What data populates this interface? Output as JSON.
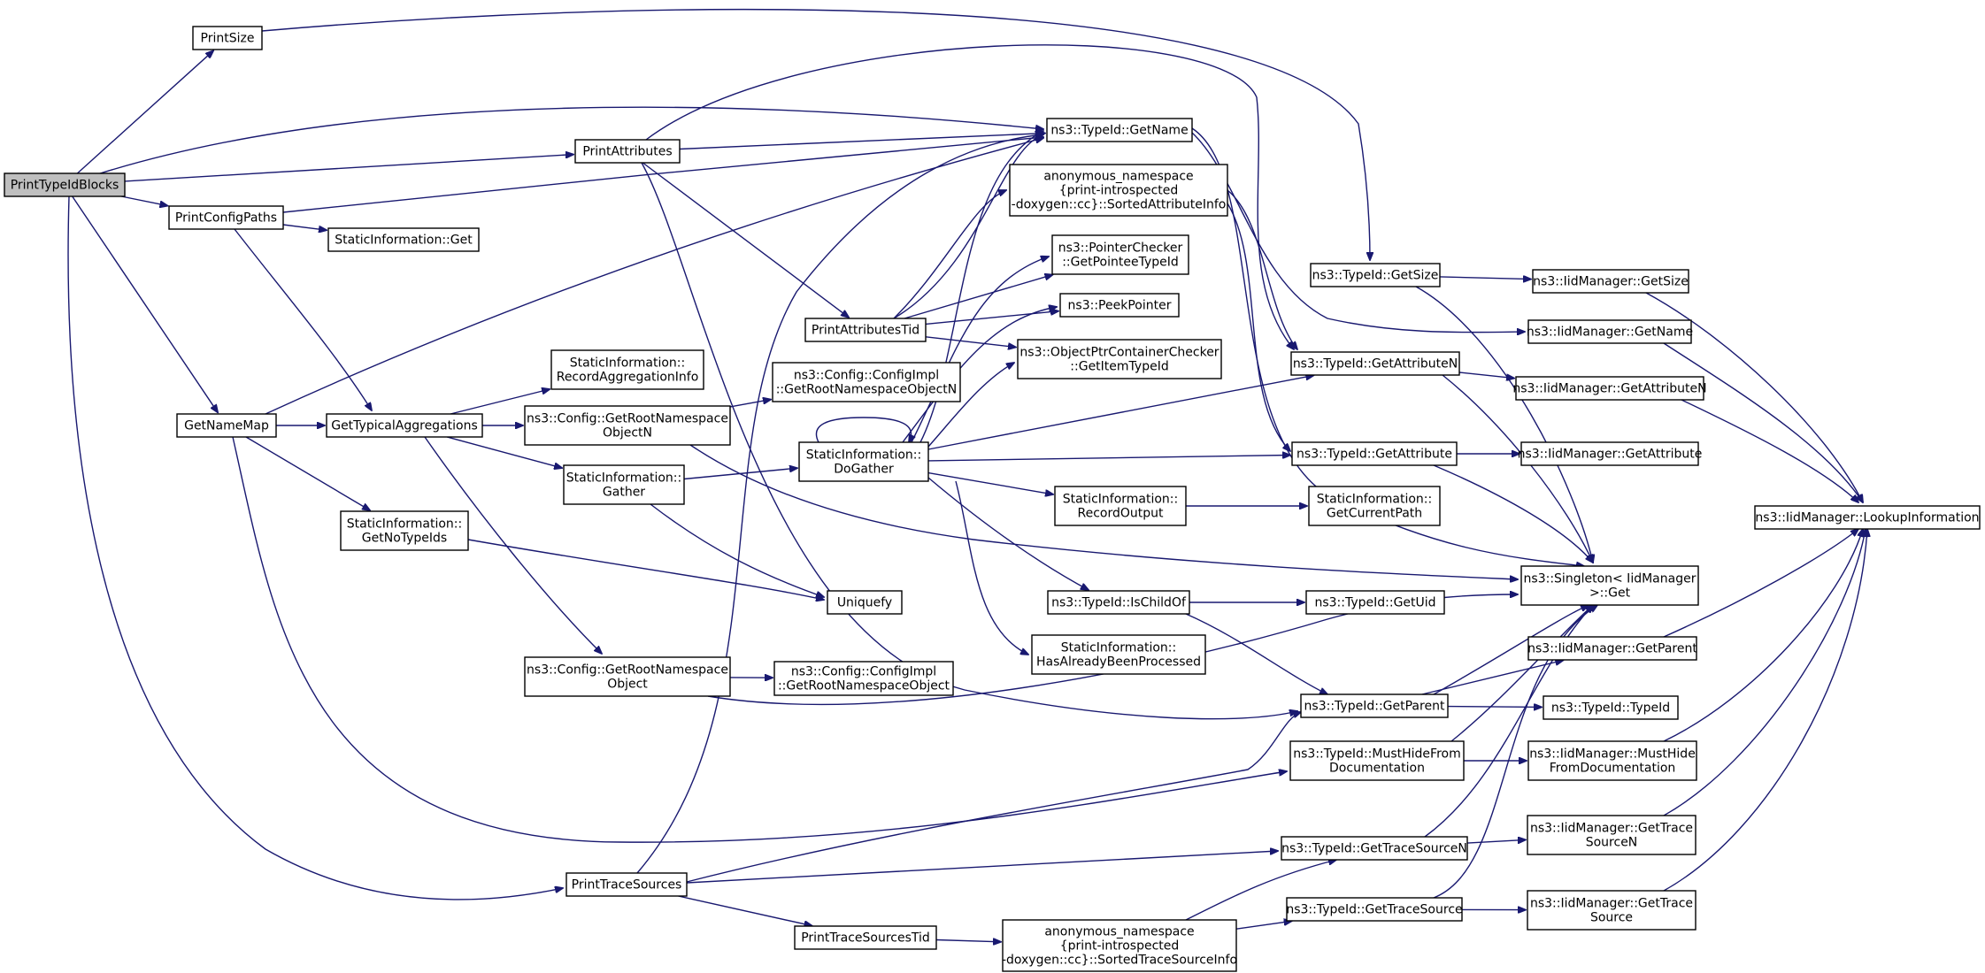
{
  "colors": {
    "edge": "#191970",
    "root_fill": "#bfbfbf",
    "node_fill": "#ffffff",
    "node_stroke": "#000000"
  },
  "nodes": [
    {
      "id": "PrintTypeIdBlocks",
      "lines": [
        "PrintTypeIdBlocks"
      ],
      "root": true
    },
    {
      "id": "PrintSize",
      "lines": [
        "PrintSize"
      ]
    },
    {
      "id": "PrintAttributes",
      "lines": [
        "PrintAttributes"
      ]
    },
    {
      "id": "PrintConfigPaths",
      "lines": [
        "PrintConfigPaths"
      ]
    },
    {
      "id": "StaticInfoGet",
      "lines": [
        "StaticInformation::Get"
      ]
    },
    {
      "id": "GetNameMap",
      "lines": [
        "GetNameMap"
      ]
    },
    {
      "id": "GetTypicalAggregations",
      "lines": [
        "GetTypicalAggregations"
      ]
    },
    {
      "id": "RecordAggregationInfo",
      "lines": [
        "StaticInformation::",
        "RecordAggregationInfo"
      ]
    },
    {
      "id": "GetRootNamespaceObjectN",
      "lines": [
        "ns3::Config::GetRootNamespace",
        "ObjectN"
      ]
    },
    {
      "id": "ConfigImplObjectN",
      "lines": [
        "ns3::Config::ConfigImpl",
        "::GetRootNamespaceObjectN"
      ]
    },
    {
      "id": "Gather",
      "lines": [
        "StaticInformation::",
        "Gather"
      ]
    },
    {
      "id": "GetNoTypeIds",
      "lines": [
        "StaticInformation::",
        "GetNoTypeIds"
      ]
    },
    {
      "id": "Uniquefy",
      "lines": [
        "Uniquefy"
      ]
    },
    {
      "id": "GetRootNamespaceObject",
      "lines": [
        "ns3::Config::GetRootNamespace",
        "Object"
      ]
    },
    {
      "id": "ConfigImplObject",
      "lines": [
        "ns3::Config::ConfigImpl",
        "::GetRootNamespaceObject"
      ]
    },
    {
      "id": "PrintTraceSources",
      "lines": [
        "PrintTraceSources"
      ]
    },
    {
      "id": "PrintTraceSourcesTid",
      "lines": [
        "PrintTraceSourcesTid"
      ]
    },
    {
      "id": "SortedTraceSourceInfo",
      "lines": [
        "anonymous_namespace",
        "{print-introspected",
        "-doxygen::cc}::SortedTraceSourceInfo"
      ]
    },
    {
      "id": "PrintAttributesTid",
      "lines": [
        "PrintAttributesTid"
      ]
    },
    {
      "id": "DoGather",
      "lines": [
        "StaticInformation::",
        "DoGather"
      ]
    },
    {
      "id": "TypeIdGetName",
      "lines": [
        "ns3::TypeId::GetName"
      ]
    },
    {
      "id": "SortedAttributeInfo",
      "lines": [
        "anonymous_namespace",
        "{print-introspected",
        "-doxygen::cc}::SortedAttributeInfo"
      ]
    },
    {
      "id": "GetPointeeTypeId",
      "lines": [
        "ns3::PointerChecker",
        "::GetPointeeTypeId"
      ]
    },
    {
      "id": "PeekPointer",
      "lines": [
        "ns3::PeekPointer"
      ]
    },
    {
      "id": "GetItemTypeId",
      "lines": [
        "ns3::ObjectPtrContainerChecker",
        "::GetItemTypeId"
      ]
    },
    {
      "id": "RecordOutput",
      "lines": [
        "StaticInformation::",
        "RecordOutput"
      ]
    },
    {
      "id": "GetCurrentPath",
      "lines": [
        "StaticInformation::",
        "GetCurrentPath"
      ]
    },
    {
      "id": "IsChildOf",
      "lines": [
        "ns3::TypeId::IsChildOf"
      ]
    },
    {
      "id": "HasAlreadyBeenProcessed",
      "lines": [
        "StaticInformation::",
        "HasAlreadyBeenProcessed"
      ]
    },
    {
      "id": "TypeIdGetSize",
      "lines": [
        "ns3::TypeId::GetSize"
      ]
    },
    {
      "id": "TypeIdGetAttributeN",
      "lines": [
        "ns3::TypeId::GetAttributeN"
      ]
    },
    {
      "id": "TypeIdGetAttribute",
      "lines": [
        "ns3::TypeId::GetAttribute"
      ]
    },
    {
      "id": "TypeIdGetUid",
      "lines": [
        "ns3::TypeId::GetUid"
      ]
    },
    {
      "id": "TypeIdGetParent",
      "lines": [
        "ns3::TypeId::GetParent"
      ]
    },
    {
      "id": "MustHideFromDocumentation",
      "lines": [
        "ns3::TypeId::MustHideFrom",
        "Documentation"
      ]
    },
    {
      "id": "TypeIdGetTraceSourceN",
      "lines": [
        "ns3::TypeId::GetTraceSourceN"
      ]
    },
    {
      "id": "TypeIdGetTraceSource",
      "lines": [
        "ns3::TypeId::GetTraceSource"
      ]
    },
    {
      "id": "SingletonGet",
      "lines": [
        "ns3::Singleton< IidManager",
        ">::Get"
      ]
    },
    {
      "id": "IidGetSize",
      "lines": [
        "ns3::IidManager::GetSize"
      ]
    },
    {
      "id": "IidGetName",
      "lines": [
        "ns3::IidManager::GetName"
      ]
    },
    {
      "id": "IidGetAttributeN",
      "lines": [
        "ns3::IidManager::GetAttributeN"
      ]
    },
    {
      "id": "IidGetAttribute",
      "lines": [
        "ns3::IidManager::GetAttribute"
      ]
    },
    {
      "id": "IidGetParent",
      "lines": [
        "ns3::IidManager::GetParent"
      ]
    },
    {
      "id": "TypeIdTypeId",
      "lines": [
        "ns3::TypeId::TypeId"
      ]
    },
    {
      "id": "IidMustHide",
      "lines": [
        "ns3::IidManager::MustHide",
        "FromDocumentation"
      ]
    },
    {
      "id": "IidGetTraceSourceN",
      "lines": [
        "ns3::IidManager::GetTrace",
        "SourceN"
      ]
    },
    {
      "id": "IidGetTraceSource",
      "lines": [
        "ns3::IidManager::GetTrace",
        "Source"
      ]
    },
    {
      "id": "LookupInformation",
      "lines": [
        "ns3::IidManager::LookupInformation"
      ]
    }
  ],
  "edges": [
    [
      "PrintTypeIdBlocks",
      "PrintSize"
    ],
    [
      "PrintTypeIdBlocks",
      "TypeIdGetName"
    ],
    [
      "PrintTypeIdBlocks",
      "PrintAttributes"
    ],
    [
      "PrintTypeIdBlocks",
      "PrintConfigPaths"
    ],
    [
      "PrintTypeIdBlocks",
      "GetNameMap"
    ],
    [
      "PrintTypeIdBlocks",
      "PrintTraceSources"
    ],
    [
      "PrintSize",
      "TypeIdGetSize"
    ],
    [
      "PrintAttributes",
      "TypeIdGetName"
    ],
    [
      "PrintAttributes",
      "PrintAttributesTid"
    ],
    [
      "PrintAttributes",
      "TypeIdGetAttributeN"
    ],
    [
      "PrintAttributes",
      "TypeIdGetParent"
    ],
    [
      "PrintConfigPaths",
      "StaticInfoGet"
    ],
    [
      "PrintConfigPaths",
      "TypeIdGetName"
    ],
    [
      "PrintConfigPaths",
      "GetTypicalAggregations"
    ],
    [
      "GetNameMap",
      "GetTypicalAggregations"
    ],
    [
      "GetNameMap",
      "GetNoTypeIds"
    ],
    [
      "GetNameMap",
      "TypeIdGetName"
    ],
    [
      "GetNameMap",
      "MustHideFromDocumentation"
    ],
    [
      "GetTypicalAggregations",
      "RecordAggregationInfo"
    ],
    [
      "GetTypicalAggregations",
      "GetRootNamespaceObjectN"
    ],
    [
      "GetTypicalAggregations",
      "Gather"
    ],
    [
      "GetTypicalAggregations",
      "GetRootNamespaceObject"
    ],
    [
      "GetRootNamespaceObjectN",
      "ConfigImplObjectN"
    ],
    [
      "GetRootNamespaceObjectN",
      "SingletonGet"
    ],
    [
      "Gather",
      "DoGather"
    ],
    [
      "Gather",
      "Uniquefy"
    ],
    [
      "GetNoTypeIds",
      "Uniquefy"
    ],
    [
      "GetRootNamespaceObject",
      "ConfigImplObject"
    ],
    [
      "GetRootNamespaceObject",
      "SingletonGet"
    ],
    [
      "PrintTraceSources",
      "TypeIdGetName"
    ],
    [
      "PrintTraceSources",
      "TypeIdGetTraceSourceN"
    ],
    [
      "PrintTraceSources",
      "PrintTraceSourcesTid"
    ],
    [
      "PrintTraceSources",
      "TypeIdGetParent"
    ],
    [
      "PrintTraceSourcesTid",
      "SortedTraceSourceInfo"
    ],
    [
      "SortedTraceSourceInfo",
      "TypeIdGetTraceSourceN"
    ],
    [
      "SortedTraceSourceInfo",
      "TypeIdGetTraceSource"
    ],
    [
      "PrintAttributesTid",
      "TypeIdGetName"
    ],
    [
      "PrintAttributesTid",
      "SortedAttributeInfo"
    ],
    [
      "PrintAttributesTid",
      "GetPointeeTypeId"
    ],
    [
      "PrintAttributesTid",
      "PeekPointer"
    ],
    [
      "PrintAttributesTid",
      "GetItemTypeId"
    ],
    [
      "DoGather",
      "DoGather"
    ],
    [
      "DoGather",
      "TypeIdGetName"
    ],
    [
      "DoGather",
      "GetPointeeTypeId"
    ],
    [
      "DoGather",
      "PeekPointer"
    ],
    [
      "DoGather",
      "GetItemTypeId"
    ],
    [
      "DoGather",
      "TypeIdGetAttributeN"
    ],
    [
      "DoGather",
      "TypeIdGetAttribute"
    ],
    [
      "DoGather",
      "RecordOutput"
    ],
    [
      "DoGather",
      "IsChildOf"
    ],
    [
      "DoGather",
      "HasAlreadyBeenProcessed"
    ],
    [
      "TypeIdGetName",
      "IidGetName"
    ],
    [
      "TypeIdGetName",
      "SingletonGet"
    ],
    [
      "SortedAttributeInfo",
      "TypeIdGetAttributeN"
    ],
    [
      "SortedAttributeInfo",
      "TypeIdGetAttribute"
    ],
    [
      "RecordOutput",
      "GetCurrentPath"
    ],
    [
      "IsChildOf",
      "TypeIdGetUid"
    ],
    [
      "IsChildOf",
      "TypeIdGetParent"
    ],
    [
      "TypeIdGetSize",
      "IidGetSize"
    ],
    [
      "TypeIdGetSize",
      "SingletonGet"
    ],
    [
      "TypeIdGetAttributeN",
      "IidGetAttributeN"
    ],
    [
      "TypeIdGetAttributeN",
      "SingletonGet"
    ],
    [
      "TypeIdGetAttribute",
      "IidGetAttribute"
    ],
    [
      "TypeIdGetAttribute",
      "SingletonGet"
    ],
    [
      "TypeIdGetParent",
      "IidGetParent"
    ],
    [
      "TypeIdGetParent",
      "TypeIdTypeId"
    ],
    [
      "TypeIdGetParent",
      "SingletonGet"
    ],
    [
      "MustHideFromDocumentation",
      "IidMustHide"
    ],
    [
      "MustHideFromDocumentation",
      "SingletonGet"
    ],
    [
      "TypeIdGetTraceSourceN",
      "IidGetTraceSourceN"
    ],
    [
      "TypeIdGetTraceSourceN",
      "SingletonGet"
    ],
    [
      "TypeIdGetTraceSource",
      "IidGetTraceSource"
    ],
    [
      "TypeIdGetTraceSource",
      "SingletonGet"
    ],
    [
      "IidGetSize",
      "LookupInformation"
    ],
    [
      "IidGetName",
      "LookupInformation"
    ],
    [
      "IidGetAttributeN",
      "LookupInformation"
    ],
    [
      "IidGetParent",
      "LookupInformation"
    ],
    [
      "IidMustHide",
      "LookupInformation"
    ],
    [
      "IidGetTraceSourceN",
      "LookupInformation"
    ],
    [
      "IidGetTraceSource",
      "LookupInformation"
    ]
  ]
}
